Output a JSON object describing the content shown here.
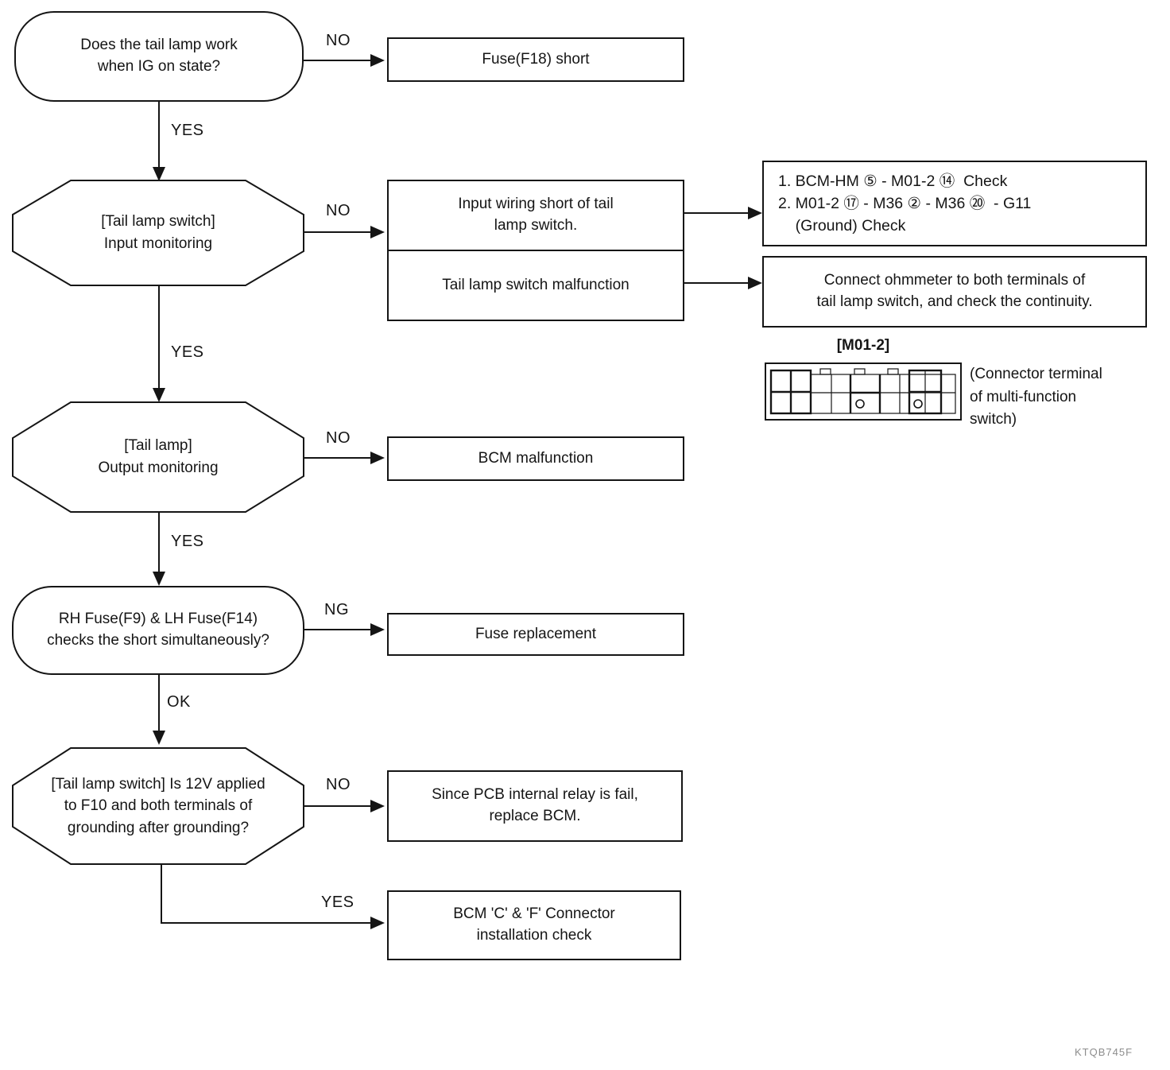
{
  "diagram_title": "Tail lamp troubleshooting flowchart",
  "nodes": {
    "q_tail_lamp_ig": "Does the tail lamp work\nwhen IG on state?",
    "r_fuse_f18": "Fuse(F18) short",
    "o_input_monitoring": "[Tail lamp switch]\nInput monitoring",
    "r_input_wiring": "Input wiring short of tail\nlamp switch.",
    "r_switch_malfunction": "Tail lamp switch malfunction",
    "r_check_steps": "1. BCM-HM ⑤ - M01-2 ⑭  Check\n2. M01-2 ⑰ - M36 ② - M36 ⑳  - G11\n    (Ground) Check",
    "r_ohmmeter": "Connect ohmmeter to both terminals of\ntail lamp switch, and check the continuity.",
    "o_output_monitoring": "[Tail lamp]\nOutput monitoring",
    "r_bcm_malfunction": "BCM malfunction",
    "q_fuse_check": "RH Fuse(F9) & LH Fuse(F14)\nchecks the short simultaneously?",
    "r_fuse_replacement": "Fuse replacement",
    "o_12v_check": "[Tail lamp switch] Is 12V applied\nto F10 and both terminals of\ngrounding after grounding?",
    "r_pcb_relay": "Since PCB internal relay is fail,\nreplace BCM.",
    "r_bcm_connector": "BCM 'C' & 'F' Connector\ninstallation check"
  },
  "connector": {
    "title": "[M01-2]",
    "caption": "(Connector terminal\nof multi-function\nswitch)"
  },
  "edges": {
    "no1": "NO",
    "yes1": "YES",
    "no2": "NO",
    "yes2": "YES",
    "no3": "NO",
    "yes3": "YES",
    "ng": "NG",
    "ok": "OK",
    "no4": "NO",
    "yes4": "YES"
  },
  "footer": {
    "code": "KTQB745F"
  },
  "colors": {
    "ink": "#151515",
    "background": "#ffffff"
  }
}
